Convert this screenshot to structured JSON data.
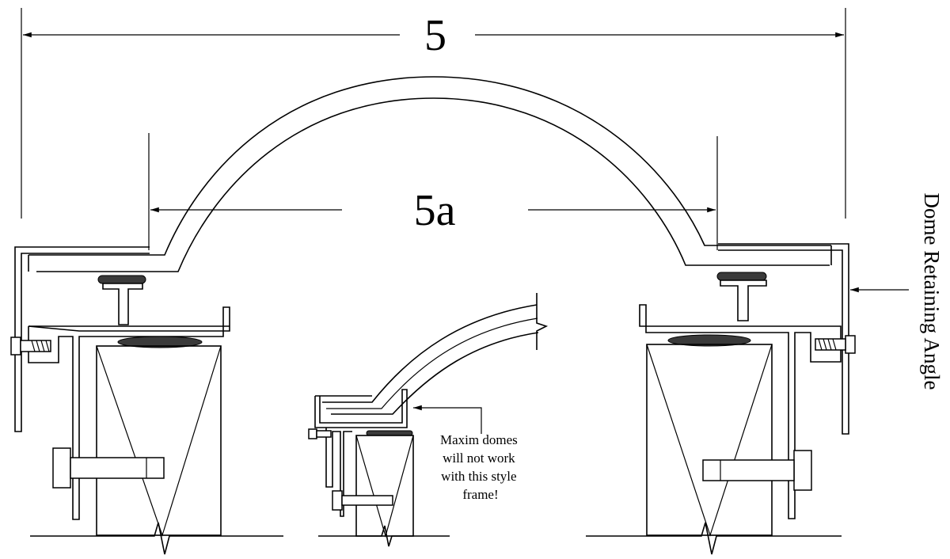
{
  "labels": {
    "overall_dim": "5",
    "inner_dim": "5a",
    "side_label": "Dome Retaining Angle",
    "note_lines": [
      "Maxim domes",
      "will not work",
      "with this style",
      "frame!"
    ]
  },
  "icons": {
    "arrow": "arrow-left-icon",
    "break": "break-line-icon",
    "bolt": "hex-bolt-icon"
  }
}
